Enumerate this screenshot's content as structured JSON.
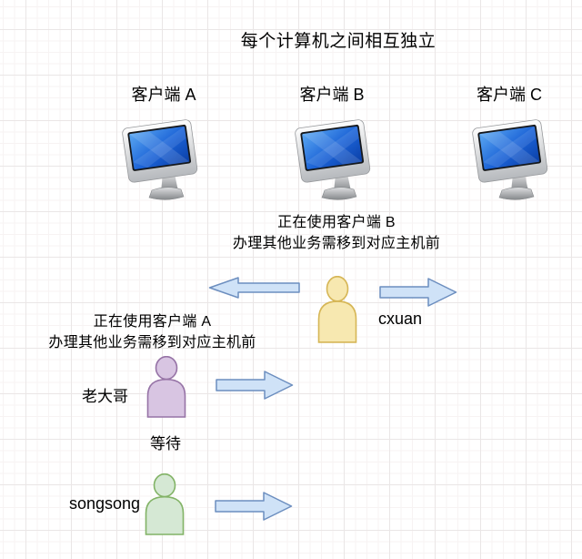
{
  "diagram": {
    "title": "每个计算机之间相互独立",
    "clients": [
      {
        "label": "客户端 A"
      },
      {
        "label": "客户端 B"
      },
      {
        "label": "客户端 C"
      }
    ],
    "status_b": {
      "line1": "正在使用客户端 B",
      "line2": "办理其他业务需移到对应主机前"
    },
    "status_a": {
      "line1": "正在使用客户端 A",
      "line2": "办理其他业务需移到对应主机前"
    },
    "users": [
      {
        "name": "cxuan"
      },
      {
        "name": "老大哥"
      },
      {
        "name": "songsong"
      }
    ],
    "waiting_label": "等待",
    "icons": {
      "computer": "computer-monitor-icon",
      "person": "person-icon",
      "arrow_left": "block-arrow-left-icon",
      "arrow_right": "block-arrow-right-icon"
    },
    "colors": {
      "user_cxuan_fill": "#F7E8B0",
      "user_cxuan_stroke": "#D6B656",
      "user_laodage_fill": "#D8C5E2",
      "user_laodage_stroke": "#9673A6",
      "user_songsong_fill": "#D5E8D4",
      "user_songsong_stroke": "#82B366",
      "arrow_fill": "#CFE2F7",
      "arrow_stroke": "#6C8EBF",
      "screen_blue": "#1B62D6"
    }
  }
}
